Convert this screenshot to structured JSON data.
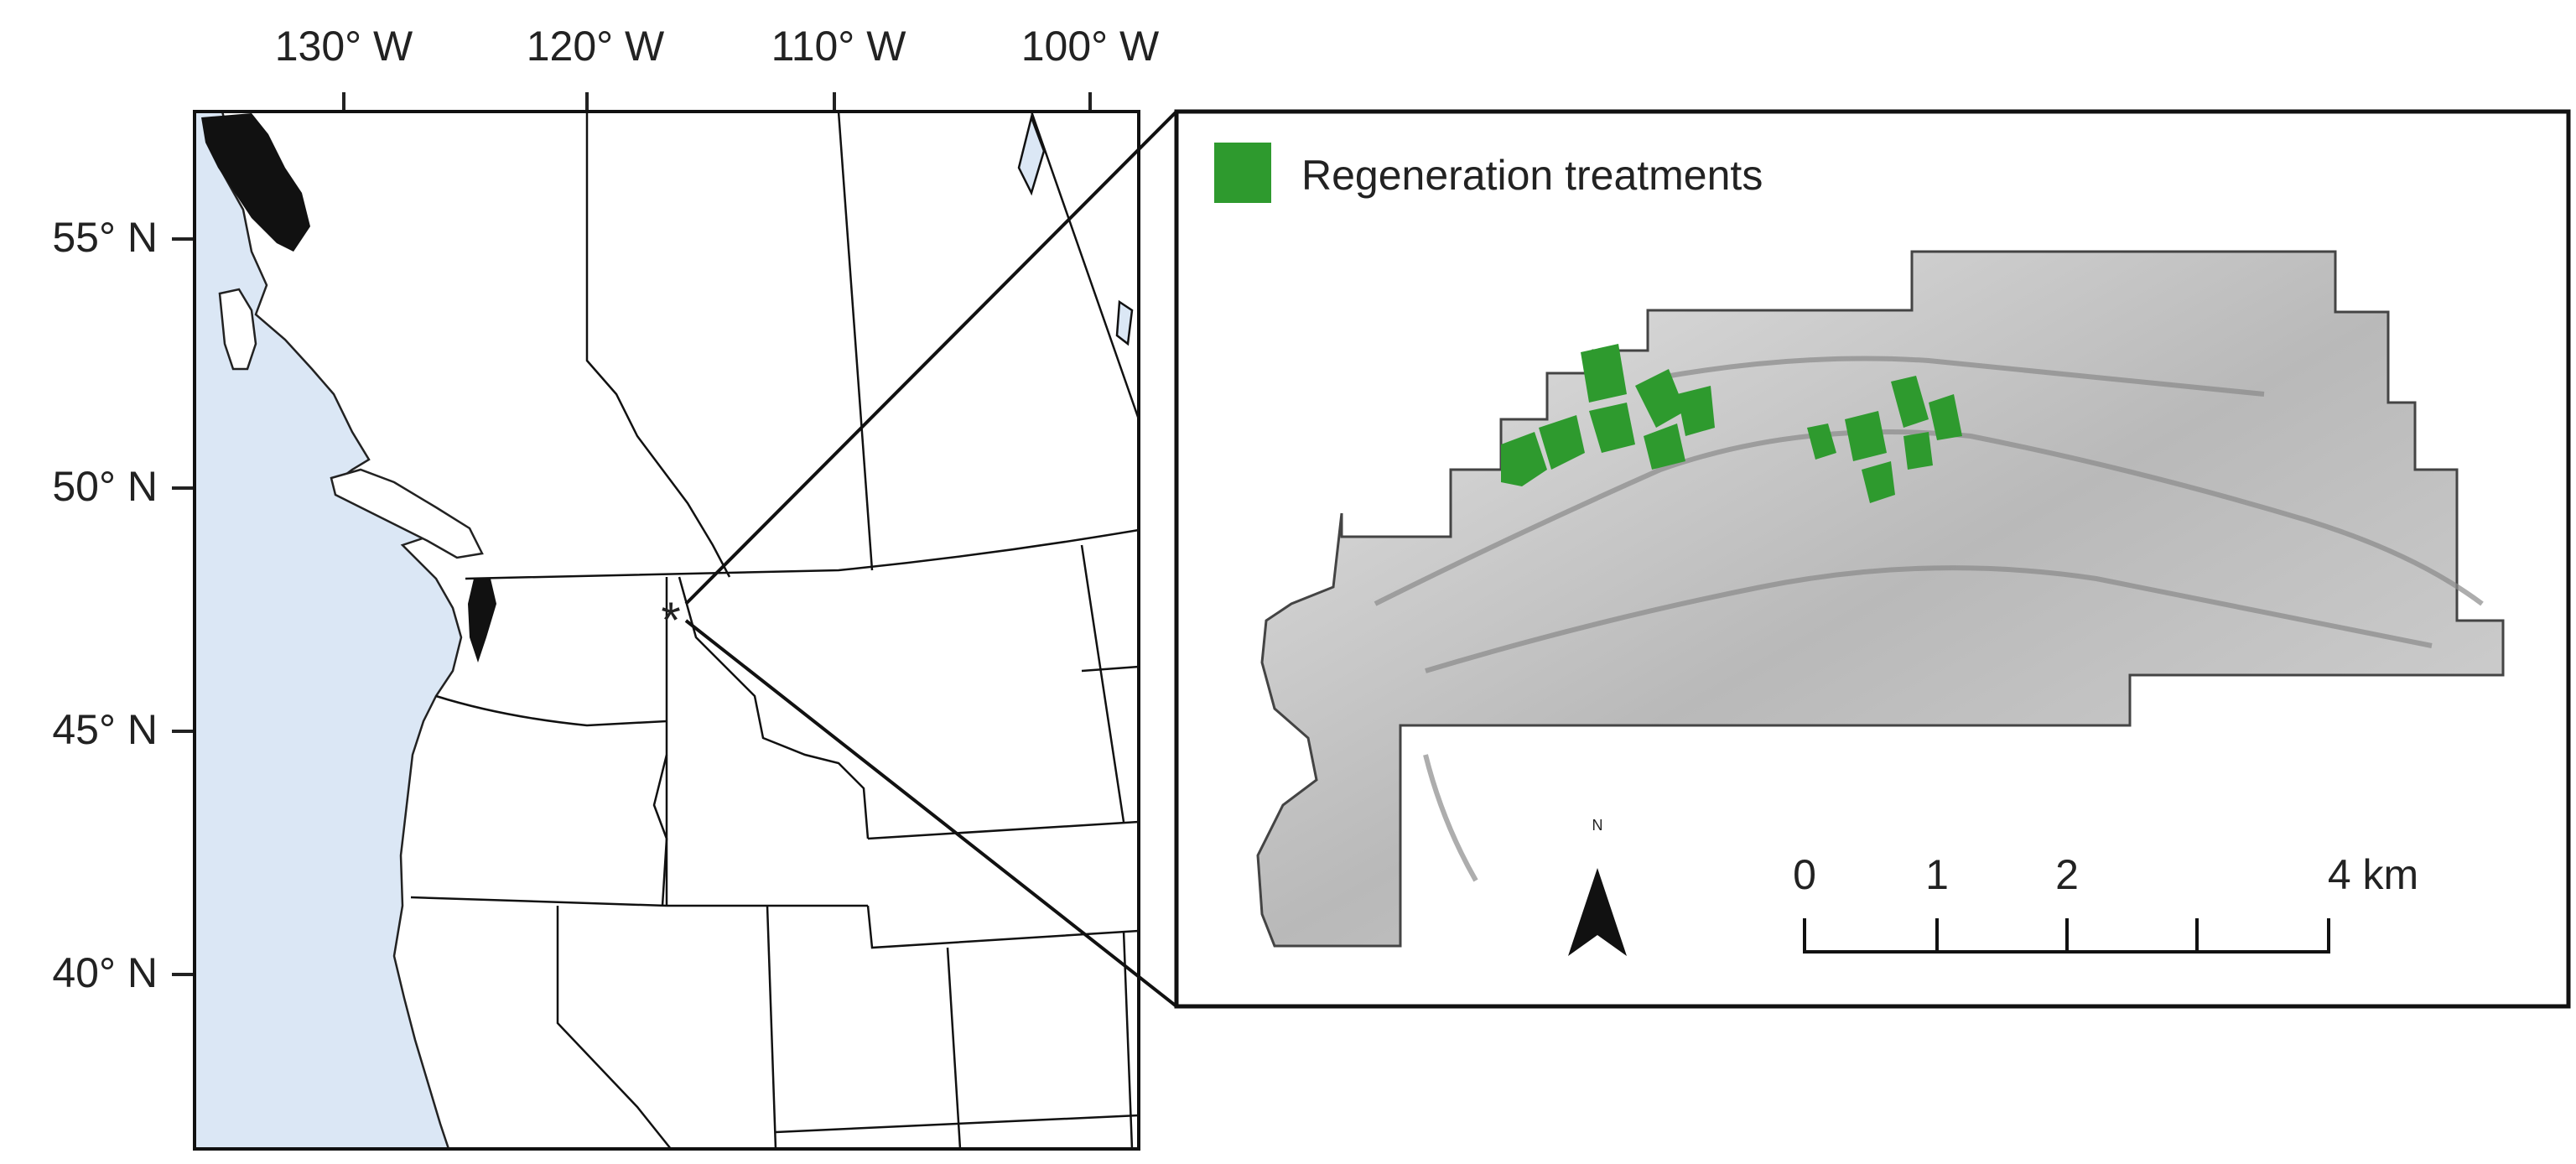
{
  "overview_map": {
    "longitude_labels": [
      "130° W",
      "120° W",
      "110° W",
      "100° W"
    ],
    "latitude_labels": [
      "55° N",
      "50° N",
      "45° N",
      "40° N"
    ],
    "study_site_marker": "*",
    "ocean_color": "#dbe7f5",
    "land_color": "#ffffff",
    "boundary_color": "#111111"
  },
  "inset_map": {
    "legend": {
      "label": "Regeneration treatments",
      "color": "#2e9a2e"
    },
    "north_arrow": {
      "label": "N"
    },
    "scale_bar": {
      "ticks": [
        "0",
        "1",
        "2",
        "4 km"
      ],
      "tick_values_km": [
        0,
        1,
        2,
        3,
        4
      ]
    },
    "hillshade_color": "#c8c8c8"
  }
}
